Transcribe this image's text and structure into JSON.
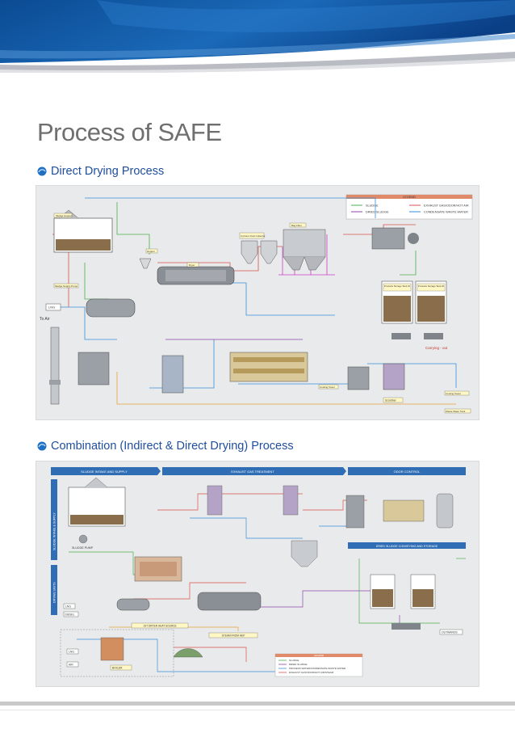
{
  "page": {
    "title": "Process of SAFE",
    "colors": {
      "brand_blue": "#1f4e9c",
      "title_gray": "#6f6f6f",
      "panel_bg": "#e9eaeb"
    }
  },
  "section1": {
    "heading": "Direct Drying Process",
    "legend": {
      "title": "LEGEND",
      "items": [
        "SLUDGE",
        "DRIED SLUDGE",
        "EXHAUST GAS/ODOR/HOT AIR",
        "CONDENSATE WASTE WATER"
      ]
    },
    "labels": {
      "lng": "LNG",
      "to_air": "To Air",
      "dryer": "Dryer",
      "bag_filter": "Bag Filter",
      "cyclone": "Cyclone Dust Collector",
      "carrying_out": "Carrying - out",
      "scrubber": "Scrubber",
      "product_storage_1": "Products Storage Tank #1",
      "product_storage_2": "Products Storage Tank #2",
      "cooling_tower": "Cooling Tower",
      "waste_water_tank": "Waste Water Tank",
      "cooling_tower_2": "Cooling Tower",
      "hopper": "Hopper",
      "sludge_hopper": "Sludge Hopper",
      "sludge_supply_pump": "Sludge Supply Pump"
    }
  },
  "section2": {
    "heading": "Combination (Indirect & Direct Drying) Process",
    "headers": [
      "SLUDGE INTAKE AND SUPPLY",
      "EXHAUST GAS TREATMENT",
      "ODOR CONTROL",
      "DRIED SLUDGE CONVEYING AND STORAGE"
    ],
    "side_tabs": [
      "SLUDGE INTAKE & SUPPLY",
      "DRYING UNITS"
    ],
    "labels": {
      "sludge_pump": "SLUDGE PUMP",
      "lng": "LNG",
      "diesel": "DIESEL",
      "lng2": "LNG",
      "air": "AIR",
      "boiler": "BOILER",
      "heat_source": "1ST DRYER HEAT SOURCE",
      "steam": "STEAM FROM HEP",
      "outwards": "OUTWARDS",
      "legend_title": "LEGEND"
    },
    "legend_items": [
      "SLUDGE",
      "DRIED SLUDGE",
      "PROCESS WATER/CONDENSATE WASTE WATER",
      "EXHAUST GAS/ODOR/HOT AIR/STEAM"
    ]
  }
}
